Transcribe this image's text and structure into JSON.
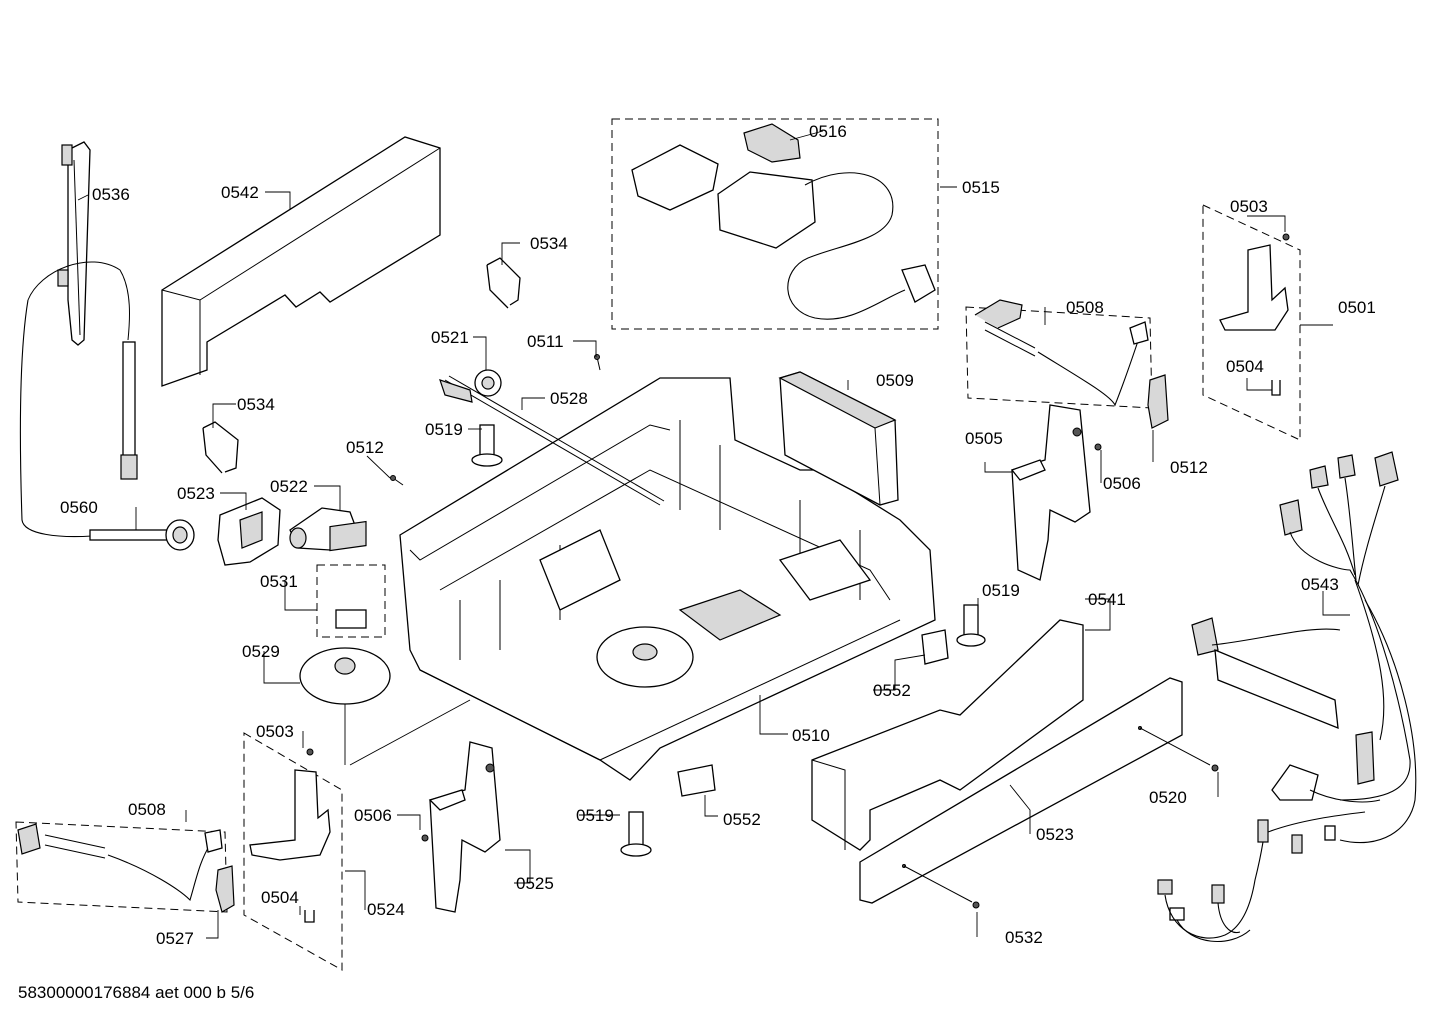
{
  "footer": "58300000176884 aet 000 b 5/6",
  "labels": [
    {
      "id": "0501",
      "text": "0501"
    },
    {
      "id": "0503a",
      "text": "0503"
    },
    {
      "id": "0503b",
      "text": "0503"
    },
    {
      "id": "0504a",
      "text": "0504"
    },
    {
      "id": "0504b",
      "text": "0504"
    },
    {
      "id": "0505",
      "text": "0505"
    },
    {
      "id": "0506a",
      "text": "0506"
    },
    {
      "id": "0506b",
      "text": "0506"
    },
    {
      "id": "0508a",
      "text": "0508"
    },
    {
      "id": "0508b",
      "text": "0508"
    },
    {
      "id": "0509",
      "text": "0509"
    },
    {
      "id": "0510",
      "text": "0510"
    },
    {
      "id": "0511",
      "text": "0511"
    },
    {
      "id": "0512a",
      "text": "0512"
    },
    {
      "id": "0512b",
      "text": "0512"
    },
    {
      "id": "0515",
      "text": "0515"
    },
    {
      "id": "0516",
      "text": "0516"
    },
    {
      "id": "0519a",
      "text": "0519"
    },
    {
      "id": "0519b",
      "text": "0519"
    },
    {
      "id": "0519c",
      "text": "0519"
    },
    {
      "id": "0520",
      "text": "0520"
    },
    {
      "id": "0521",
      "text": "0521"
    },
    {
      "id": "0522",
      "text": "0522"
    },
    {
      "id": "0523a",
      "text": "0523"
    },
    {
      "id": "0523b",
      "text": "0523"
    },
    {
      "id": "0524",
      "text": "0524"
    },
    {
      "id": "0525",
      "text": "0525"
    },
    {
      "id": "0527",
      "text": "0527"
    },
    {
      "id": "0528",
      "text": "0528"
    },
    {
      "id": "0529",
      "text": "0529"
    },
    {
      "id": "0531",
      "text": "0531"
    },
    {
      "id": "0532",
      "text": "0532"
    },
    {
      "id": "0534a",
      "text": "0534"
    },
    {
      "id": "0534b",
      "text": "0534"
    },
    {
      "id": "0536",
      "text": "0536"
    },
    {
      "id": "0541",
      "text": "0541"
    },
    {
      "id": "0542",
      "text": "0542"
    },
    {
      "id": "0543",
      "text": "0543"
    },
    {
      "id": "0552a",
      "text": "0552"
    },
    {
      "id": "0552b",
      "text": "0552"
    },
    {
      "id": "0560",
      "text": "0560"
    }
  ]
}
